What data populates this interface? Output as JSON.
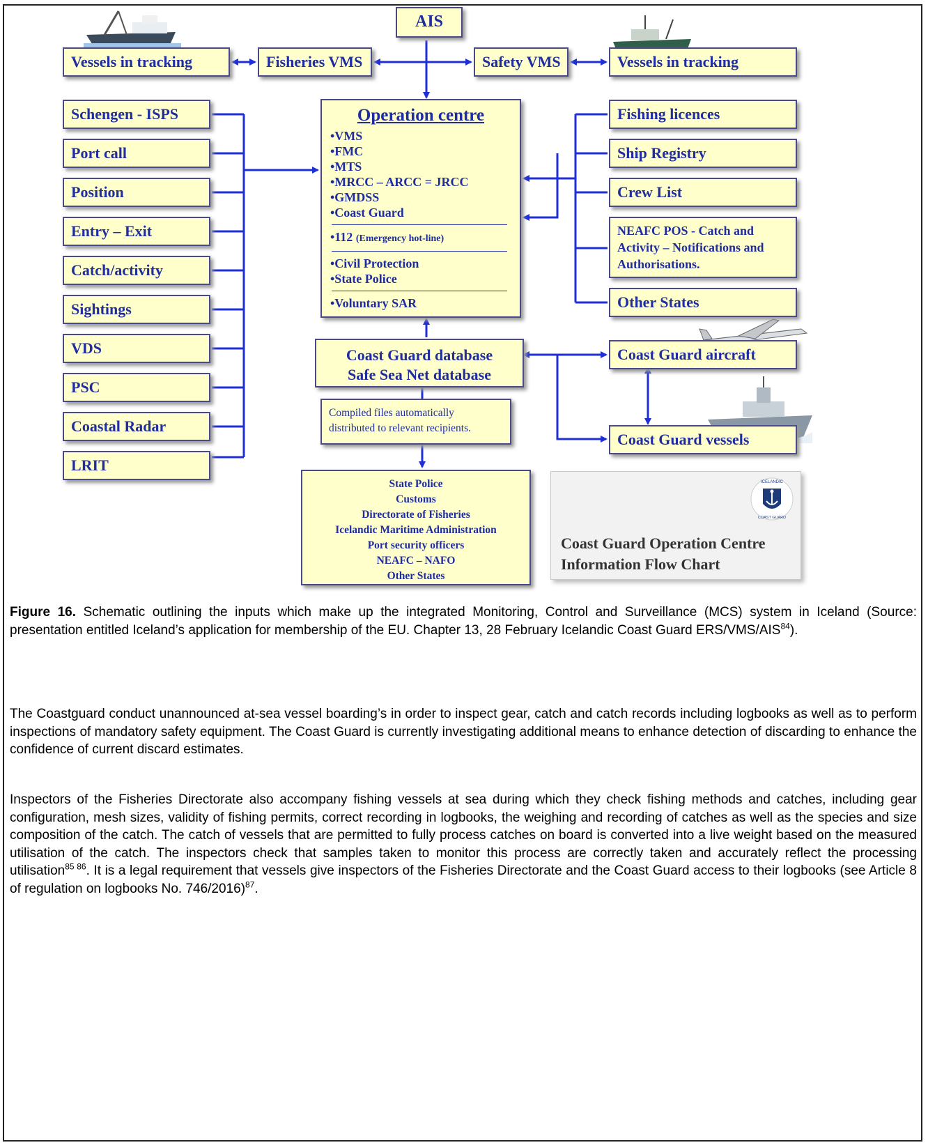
{
  "diagram": {
    "top": {
      "ais": "AIS",
      "fisheries_vms": "Fisheries VMS",
      "safety_vms": "Safety VMS",
      "vessels_left": "Vessels in tracking",
      "vessels_right": "Vessels in tracking"
    },
    "left_inputs": [
      "Schengen - ISPS",
      "Port call",
      "Position",
      "Entry – Exit",
      "Catch/activity",
      "Sightings",
      "VDS",
      "PSC",
      "Coastal Radar",
      "LRIT"
    ],
    "right_inputs": {
      "fishing_licences": "Fishing licences",
      "ship_registry": "Ship Registry",
      "crew_list": "Crew List",
      "neafc_lines": [
        "NEAFC POS - Catch and",
        "Activity – Notifications and",
        "Authorisations."
      ],
      "other_states": "Other States"
    },
    "operation_centre": {
      "title": "Operation centre",
      "group1": [
        "•VMS",
        "•FMC",
        "•MTS",
        "•MRCC – ARCC = JRCC",
        "•GMDSS",
        "•Coast Guard"
      ],
      "hotline_main": "•112",
      "hotline_sub": "(Emergency hot-line)",
      "group3": [
        "•Civil Protection",
        "•State Police"
      ],
      "group4": [
        "•Voluntary SAR"
      ]
    },
    "database": {
      "line1": "Coast Guard database",
      "line2": "Safe Sea Net database"
    },
    "note": {
      "line1": "Compiled files automatically",
      "line2": "distributed to relevant recipients."
    },
    "recipients": [
      "State Police",
      "Customs",
      "Directorate of Fisheries",
      "Icelandic Maritime Administration",
      "Port security officers",
      "NEAFC – NAFO",
      "Other States"
    ],
    "aircraft": "Coast Guard aircraft",
    "vessels": "Coast Guard vessels",
    "legend": {
      "line1": "Coast Guard Operation Centre",
      "line2": "Information Flow Chart",
      "logo_text_top": "ICELANDIC",
      "logo_text_bottom": "COAST GUARD"
    },
    "colors": {
      "box_fill": "#ffffcc",
      "text_blue": "#1f2da0",
      "arrow_blue": "#1e2fd6"
    }
  },
  "caption": {
    "label": "Figure 16.",
    "text": " Schematic outlining the inputs which make up the integrated Monitoring, Control and Surveillance (MCS) system in Iceland (Source: presentation entitled Iceland’s application for membership of the EU. Chapter 13, 28 February Icelandic Coast Guard ERS/VMS/AIS",
    "footnote": "84",
    "end": ")."
  },
  "paragraph1": "The Coastguard conduct unannounced at-sea vessel boarding’s in order to inspect gear, catch and catch records including logbooks as well as to perform inspections of mandatory safety equipment. The Coast Guard is currently investigating additional means to enhance detection of discarding to enhance the confidence of current discard estimates.",
  "paragraph2": {
    "part1": "Inspectors of the Fisheries Directorate also accompany fishing vessels at sea during which they check fishing methods and catches, including gear configuration, mesh sizes, validity of fishing permits, correct recording in logbooks, the weighing and recording of catches as well as the species and size composition of the catch. The catch of vessels that are permitted to fully process catches on board is converted into a live weight based on the measured utilisation of the catch. The inspectors check that samples taken to monitor this process are correctly taken and accurately reflect the processing utilisation",
    "fn1": "85 86",
    "part2": ". It is a legal requirement that vessels give inspectors of the Fisheries Directorate and the Coast Guard access to their logbooks (see Article 8 of regulation on logbooks No. 746/2016)",
    "fn2": "87",
    "part3": "."
  }
}
